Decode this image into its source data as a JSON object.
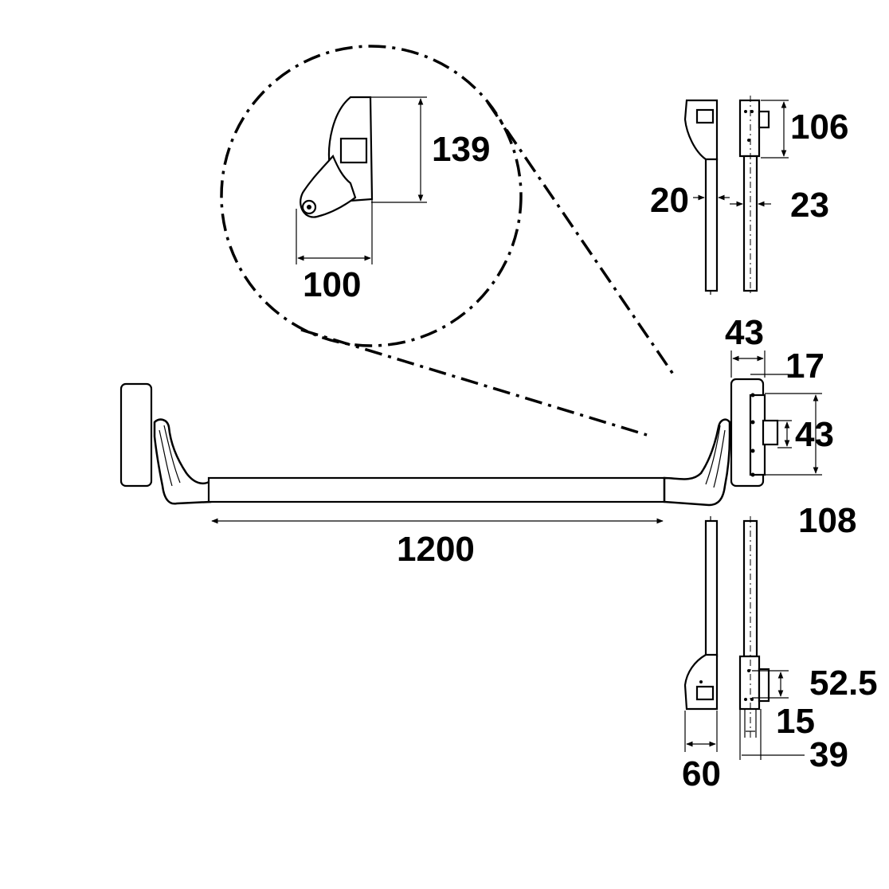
{
  "dimensions": {
    "detail_height": "139",
    "detail_width": "100",
    "top_rod_head": "106",
    "top_rod_a": "20",
    "top_rod_b": "23",
    "case_depth": "43",
    "case_offset": "17",
    "case_inner": "43",
    "case_height": "108",
    "bar_length": "1200",
    "bottom_bolt": "52.5",
    "bottom_rod_a": "15",
    "bottom_rod_b": "39",
    "bottom_head_width": "60"
  }
}
